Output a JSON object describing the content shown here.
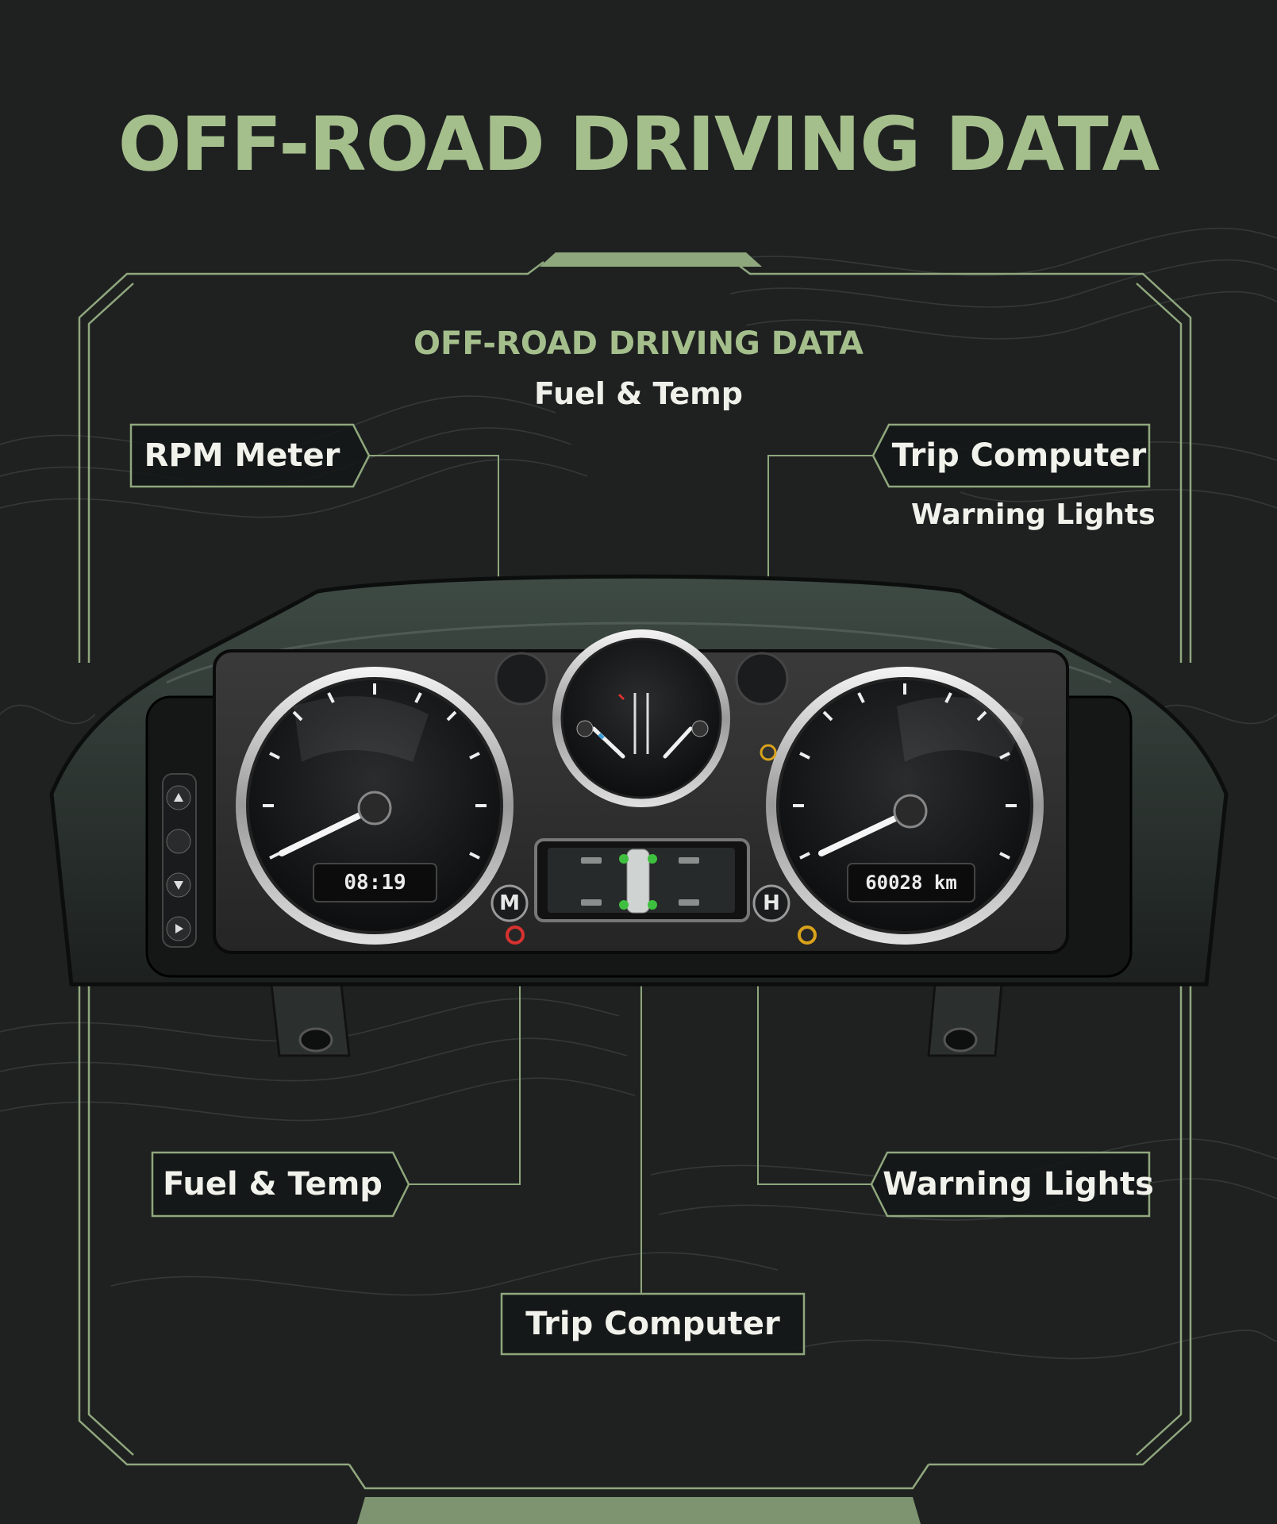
{
  "title": "OFF-ROAD DRIVING DATA",
  "panel": {
    "heading": "OFF-ROAD DRIVING DATA",
    "subheading": "Fuel & Temp"
  },
  "labels": {
    "rpm_meter": "RPM Meter",
    "trip_computer_top": "Trip Computer",
    "warning_lights_top": "Warning Lights",
    "fuel_temp_bottom": "Fuel & Temp",
    "warning_lights_bottom": "Warning Lights",
    "trip_computer_bottom": "Trip Computer"
  },
  "cluster": {
    "clock_display": "08:19",
    "odometer_display": "60028 km",
    "left_button_letter": "M",
    "right_button_letter": "H"
  },
  "colors": {
    "accent": "#a5bf8c",
    "background": "#1f2121",
    "warning_red": "#d8322f",
    "warning_amber": "#d9a21b",
    "tire_green": "#3fbf3f"
  }
}
